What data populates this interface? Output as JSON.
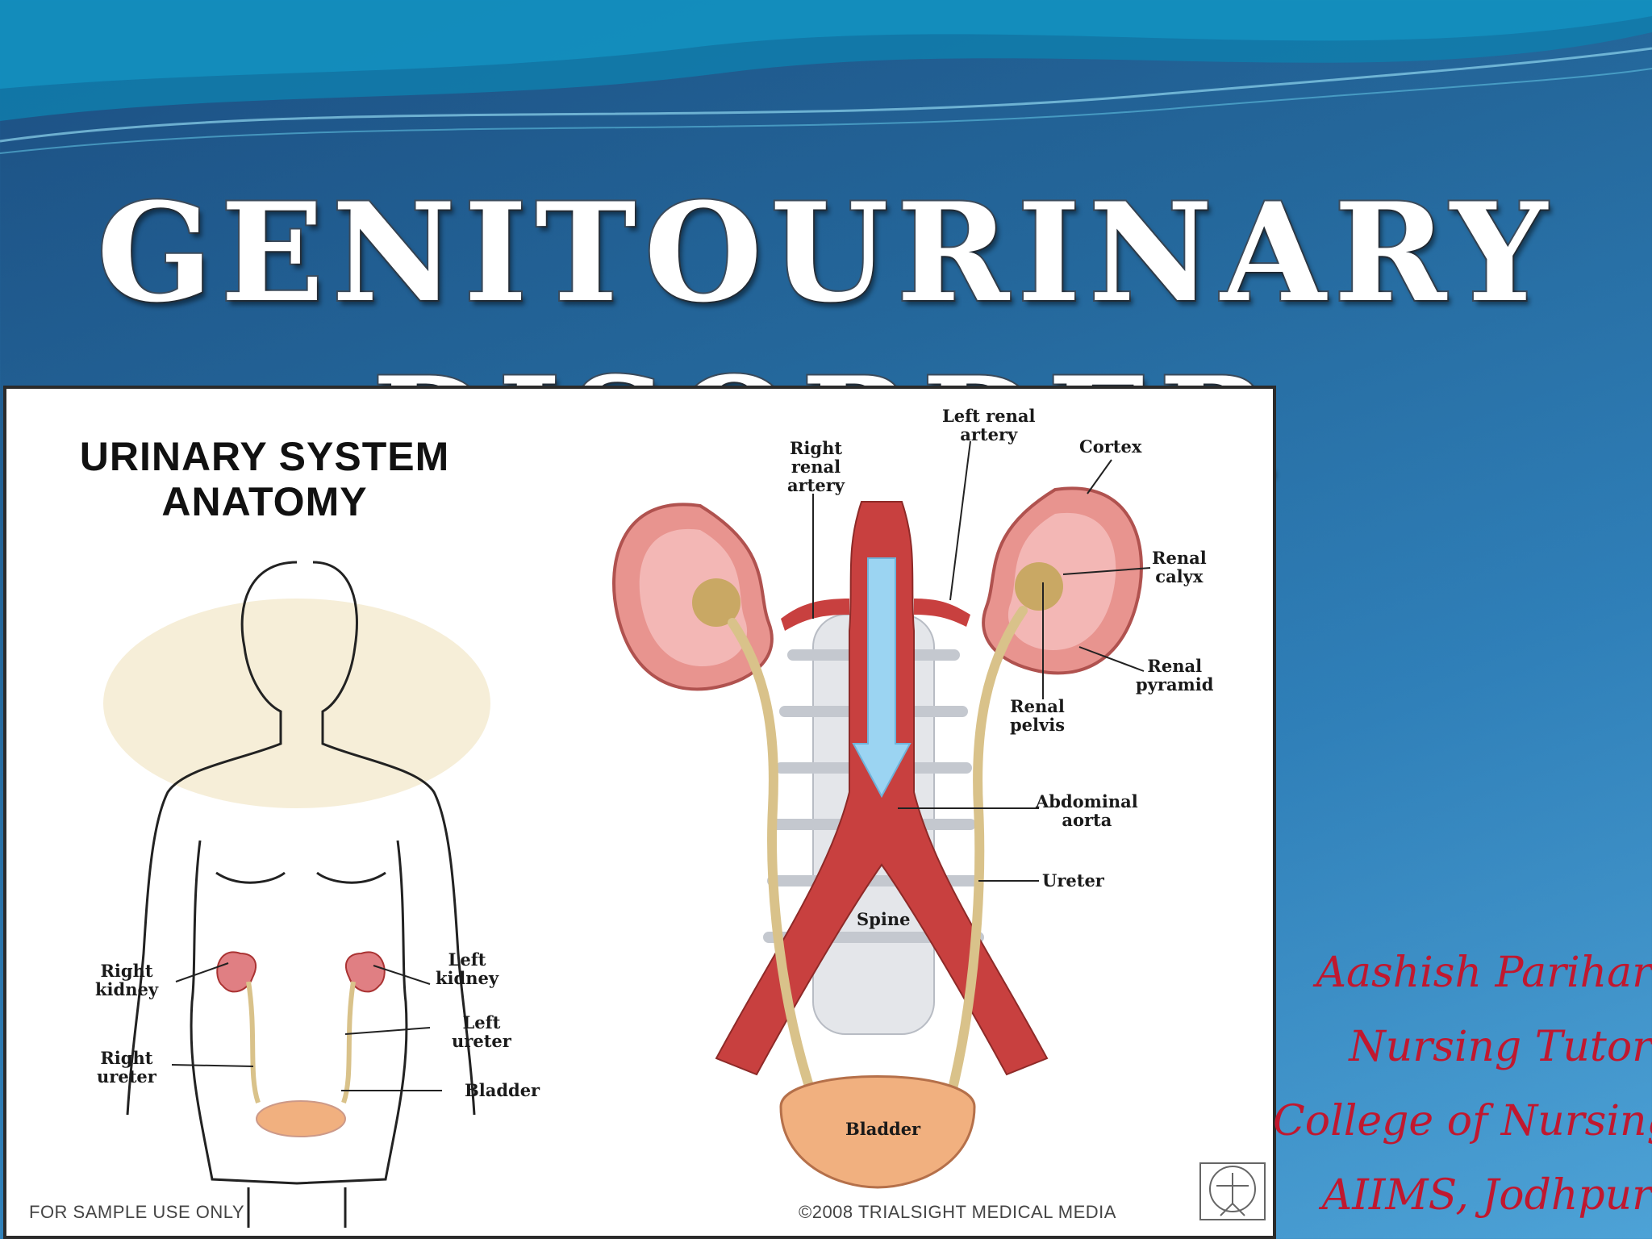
{
  "slide": {
    "title_line1": "GENITOURINARY",
    "title_line2": "DISORDER"
  },
  "figure": {
    "heading_line1": "URINARY SYSTEM",
    "heading_line2": "ANATOMY",
    "body_labels": {
      "right_kidney": [
        "Right",
        "kidney"
      ],
      "left_kidney": [
        "Left",
        "kidney"
      ],
      "left_ureter": [
        "Left",
        "ureter"
      ],
      "right_ureter": [
        "Right",
        "ureter"
      ],
      "bladder": "Bladder"
    },
    "detail_labels": {
      "right_renal_artery": [
        "Right",
        "renal",
        "artery"
      ],
      "left_renal_artery": [
        "Left renal",
        "artery"
      ],
      "cortex": "Cortex",
      "renal_calyx": [
        "Renal",
        "calyx"
      ],
      "renal_pyramid": [
        "Renal",
        "pyramid"
      ],
      "renal_pelvis": [
        "Renal",
        "pelvis"
      ],
      "abdominal_aorta": [
        "Abdominal",
        "aorta"
      ],
      "ureter": "Ureter",
      "spine": "Spine",
      "bladder": "Bladder"
    },
    "footer_left": "FOR SAMPLE USE ONLY",
    "footer_right": "©2008 TRIALSIGHT MEDICAL MEDIA"
  },
  "author": {
    "name": "Aashish Parihar",
    "role": "Nursing Tutor",
    "college": "College of Nursing",
    "institute": "AIIMS, Jodhpur"
  },
  "colors": {
    "title_fill": "#ffffff",
    "author_text": "#c0182f",
    "kidney": "#e8948f",
    "artery": "#c8403f",
    "ureter": "#d9c28a"
  }
}
